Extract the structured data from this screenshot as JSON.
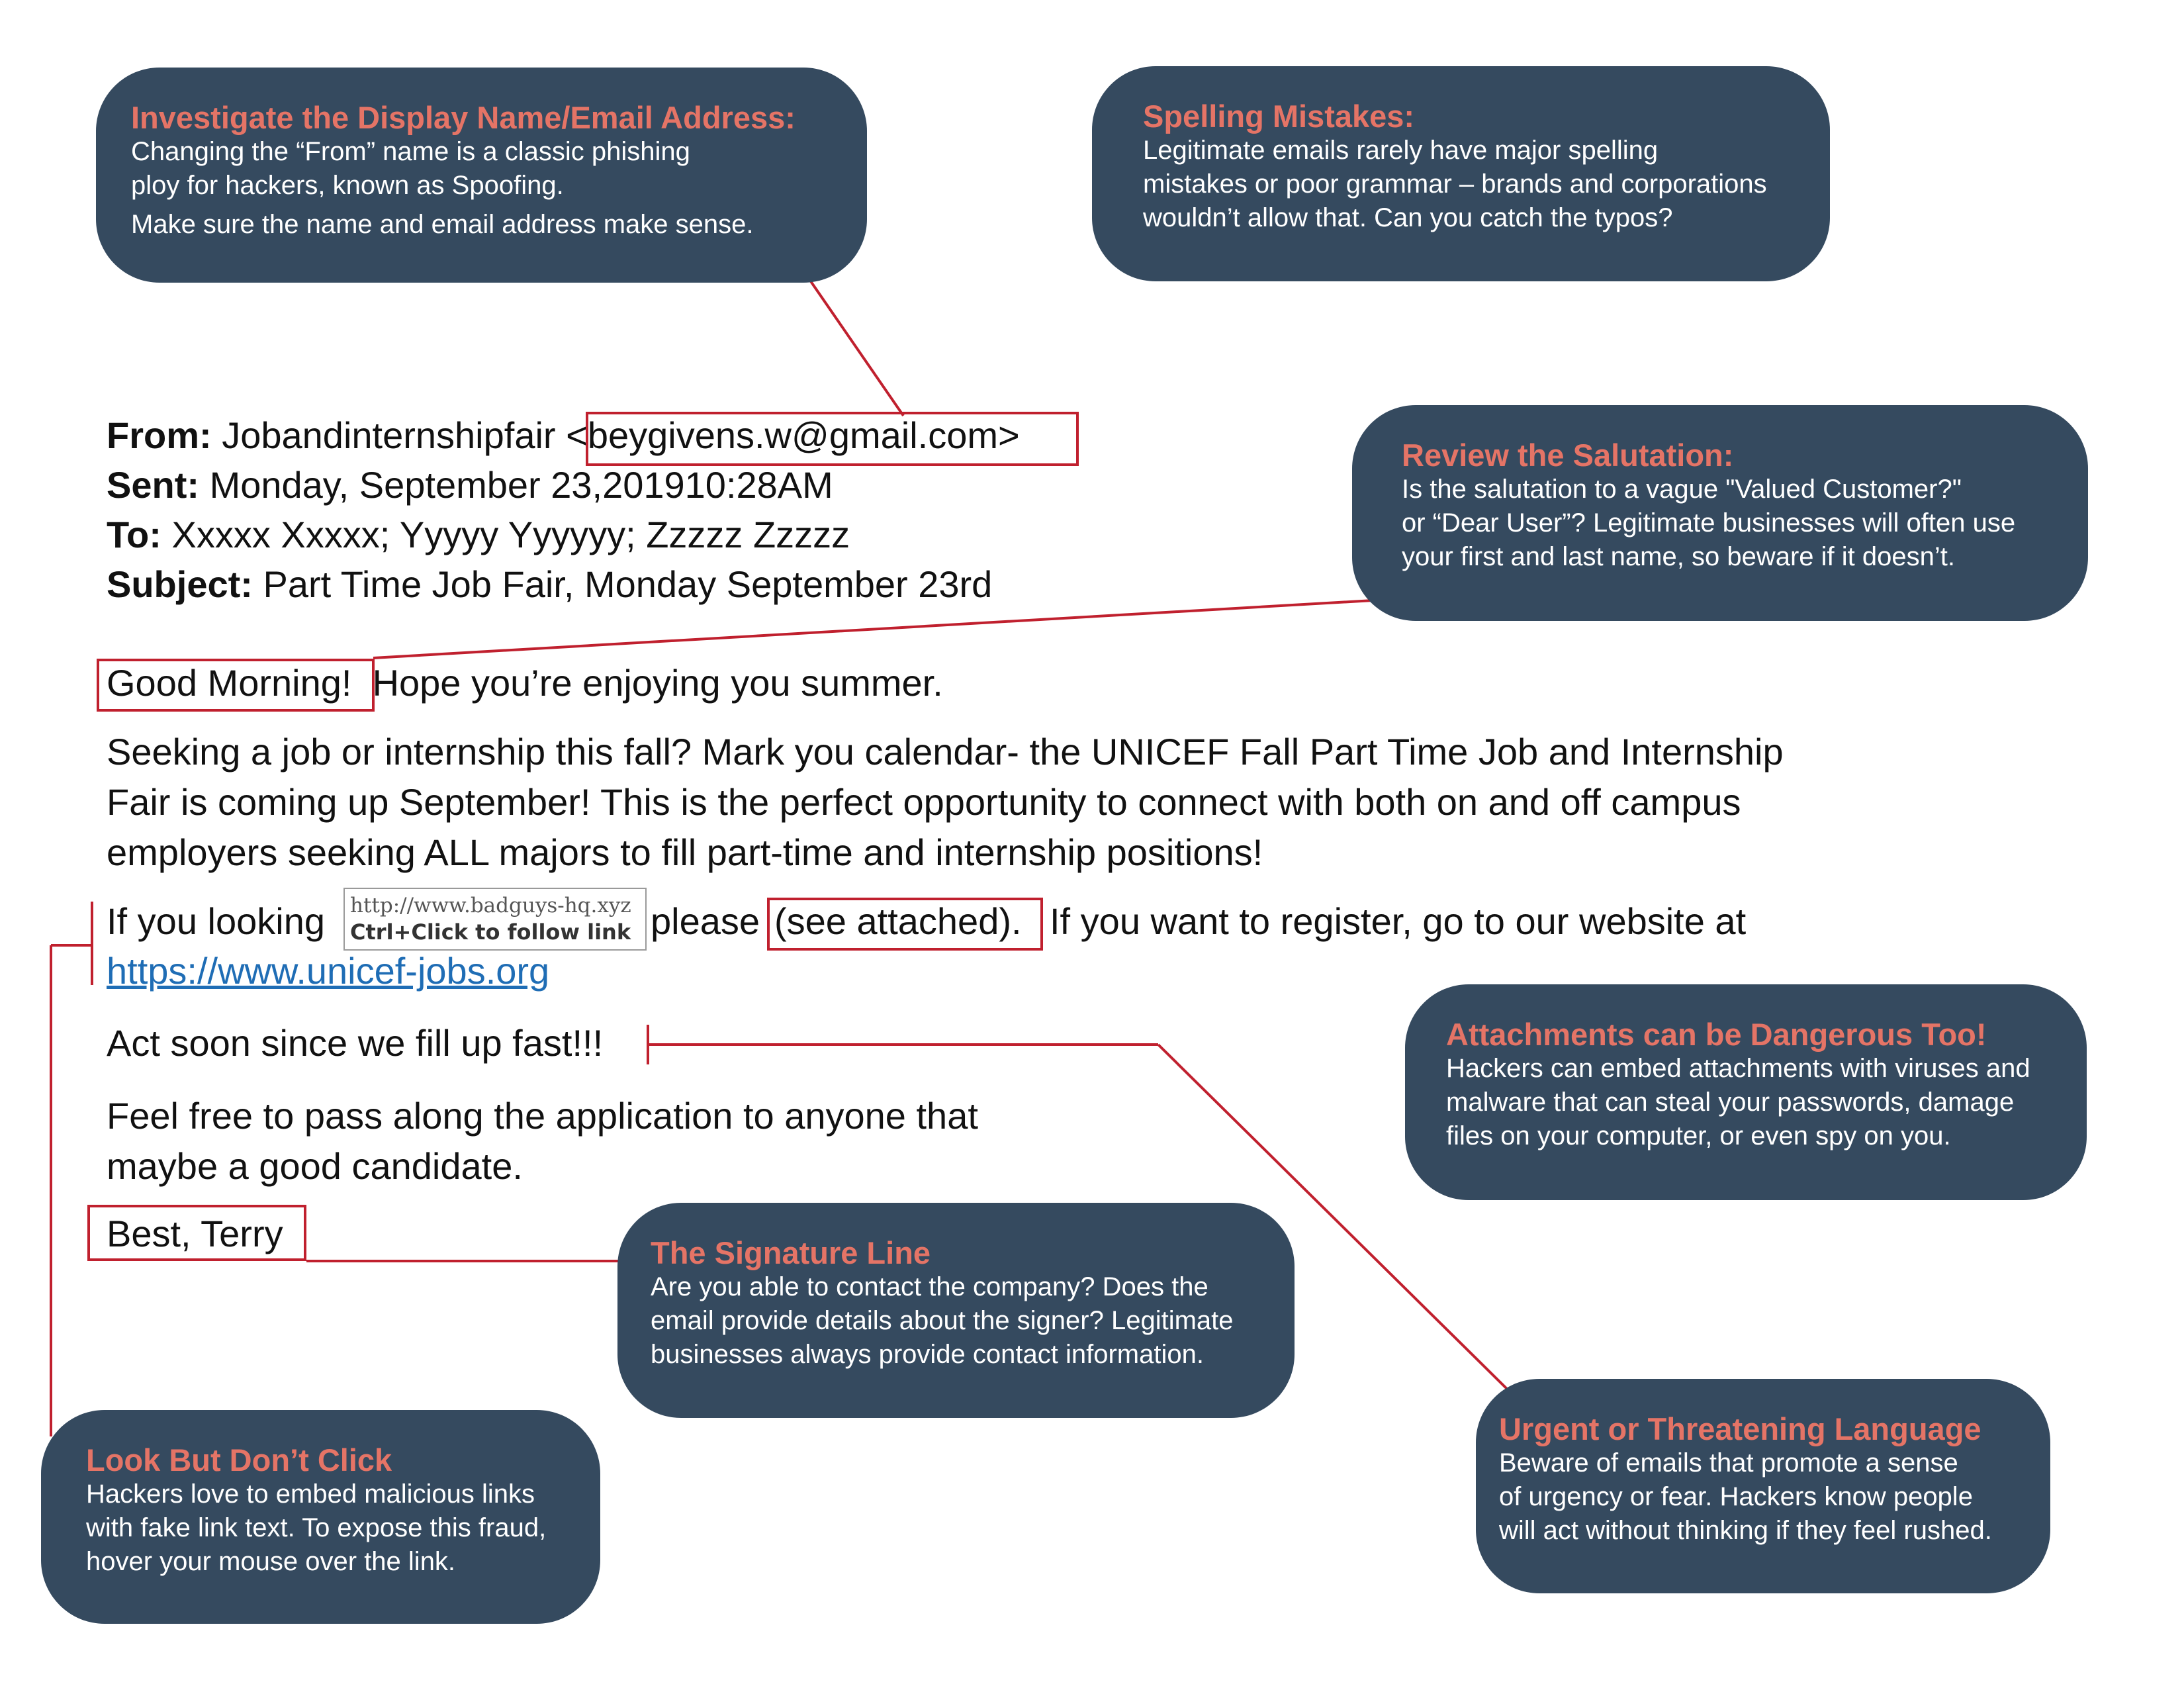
{
  "accent_colors": {
    "callout_bg": "#354a5f",
    "callout_title": "#e57466",
    "highlight": "#c0202e",
    "link": "#1f6db5"
  },
  "callouts": {
    "display_name": {
      "title": "Investigate the Display Name/Email Address:",
      "lines": [
        "Changing the “From” name is a classic phishing",
        "ploy for hackers, known as Spoofing.",
        "Make sure the name and email address make sense."
      ]
    },
    "spelling": {
      "title": "Spelling Mistakes:",
      "lines": [
        "Legitimate emails rarely have major spelling",
        "mistakes or poor grammar – brands and corporations",
        "wouldn’t allow that. Can you catch the typos?"
      ]
    },
    "salutation": {
      "title": "Review the Salutation:",
      "lines": [
        "Is the salutation to a vague \"Valued Customer?\"",
        "or “Dear User”? Legitimate businesses will often use",
        "your first and last name, so beware if it doesn’t."
      ]
    },
    "attachments": {
      "title": "Attachments can be Dangerous Too!",
      "lines": [
        "Hackers can embed attachments with viruses and",
        "malware that can steal your passwords, damage",
        "files on your computer, or even spy on you."
      ]
    },
    "signature": {
      "title": "The Signature Line",
      "lines": [
        "Are you able to contact the company? Does the",
        "email provide details about the signer? Legitimate",
        "businesses always provide contact information."
      ]
    },
    "look": {
      "title": "Look But Don’t Click",
      "lines": [
        "Hackers love to embed malicious links",
        "with fake link text. To expose this fraud,",
        "hover your mouse over the link."
      ]
    },
    "urgent": {
      "title": "Urgent or Threatening Language",
      "lines": [
        "Beware of emails that promote a sense",
        "of urgency or fear. Hackers know people",
        "will act without thinking if they feel rushed."
      ]
    }
  },
  "email": {
    "from_label": "From:",
    "from_name": "Jobandinternshipfair",
    "from_address": "<beygivens.w@gmail.com>",
    "sent_label": "Sent:",
    "sent_value": "Monday, September 23,201910:28AM",
    "to_label": "To:",
    "to_value": "Xxxxx Xxxxx; Yyyyy Yyyyyy; Zzzzz Zzzzz",
    "subject_label": "Subject:",
    "subject_value": "Part Time Job Fair, Monday September 23rd",
    "greeting": "Good Morning!",
    "greeting_rest": "Hope you’re enjoying you summer.",
    "para1_lines": [
      "Seeking a job or internship this fall? Mark you calendar- the UNICEF Fall Part Time Job and Internship",
      "Fair is coming up September! This is the perfect opportunity to connect with both on and off campus",
      "employers seeking ALL majors to fill part-time and internship positions!"
    ],
    "para2_start": "If you looking",
    "para2_please": "please",
    "para2_attached": "(see attached).",
    "para2_rest": "If you want to register, go to our website at",
    "link_text": "https://www.unicef-jobs.org",
    "urgent_line": "Act soon since we fill up fast!!!",
    "pass_lines": [
      "Feel free to pass along the application to anyone that",
      "maybe a good candidate."
    ],
    "signoff": "Best, Terry"
  },
  "tooltip": {
    "url": "http://www.badguys-hq.xyz",
    "hint": "Ctrl+Click to follow link"
  }
}
